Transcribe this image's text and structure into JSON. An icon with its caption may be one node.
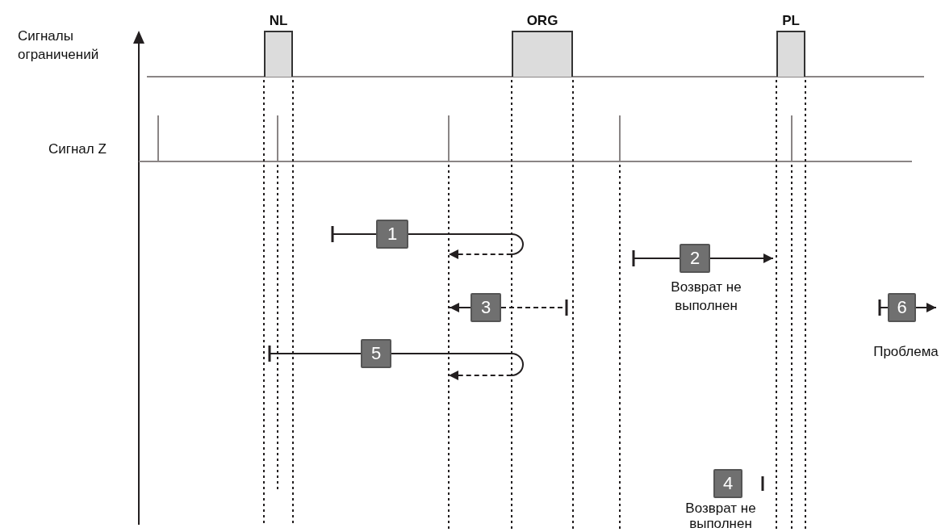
{
  "diagram": {
    "nodes": [
      {
        "text": [
          "NL"
        ]
      },
      {
        "text": [
          "ORG"
        ]
      },
      {
        "text": [
          "PL"
        ]
      },
      {
        "text": [
          "1"
        ]
      },
      {
        "text": [
          "2"
        ],
        "beside": [
          "Возврат не выполнен"
        ]
      },
      {
        "text": [
          "3"
        ]
      },
      {
        "text": [
          "6"
        ],
        "beside": [
          "Проблема"
        ]
      },
      {
        "text": [
          "5"
        ]
      },
      {
        "text": [
          "4"
        ],
        "beside": [
          "Возврат не выполнен"
        ]
      }
    ],
    "edges": [
      {
        "from": 3,
        "to": null,
        "arrow": "to",
        "style": "dashed"
      },
      {
        "from": 4,
        "to": null,
        "arrow": "to"
      },
      {
        "from": 5,
        "to": null,
        "arrow": "to"
      },
      {
        "from": 6,
        "to": null,
        "arrow": "to"
      },
      {
        "from": 7,
        "to": null,
        "arrow": "to",
        "style": "dashed"
      }
    ],
    "labels": [
      "Сигналы ограничений",
      "Сигнал Z"
    ]
  }
}
